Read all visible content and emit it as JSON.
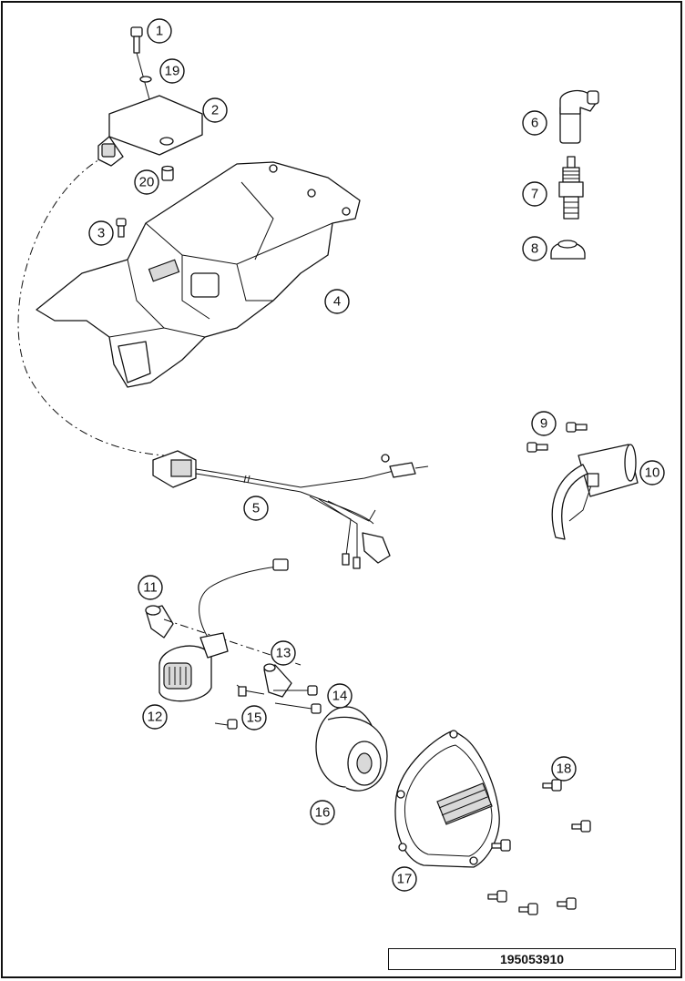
{
  "callouts": [
    {
      "id": "1"
    },
    {
      "id": "2"
    },
    {
      "id": "3"
    },
    {
      "id": "4"
    },
    {
      "id": "5"
    },
    {
      "id": "6"
    },
    {
      "id": "7"
    },
    {
      "id": "8"
    },
    {
      "id": "9"
    },
    {
      "id": "10"
    },
    {
      "id": "11"
    },
    {
      "id": "12"
    },
    {
      "id": "13"
    },
    {
      "id": "14"
    },
    {
      "id": "15"
    },
    {
      "id": "16"
    },
    {
      "id": "17"
    },
    {
      "id": "18"
    },
    {
      "id": "19"
    },
    {
      "id": "20"
    }
  ],
  "drawing_number": "195053910"
}
